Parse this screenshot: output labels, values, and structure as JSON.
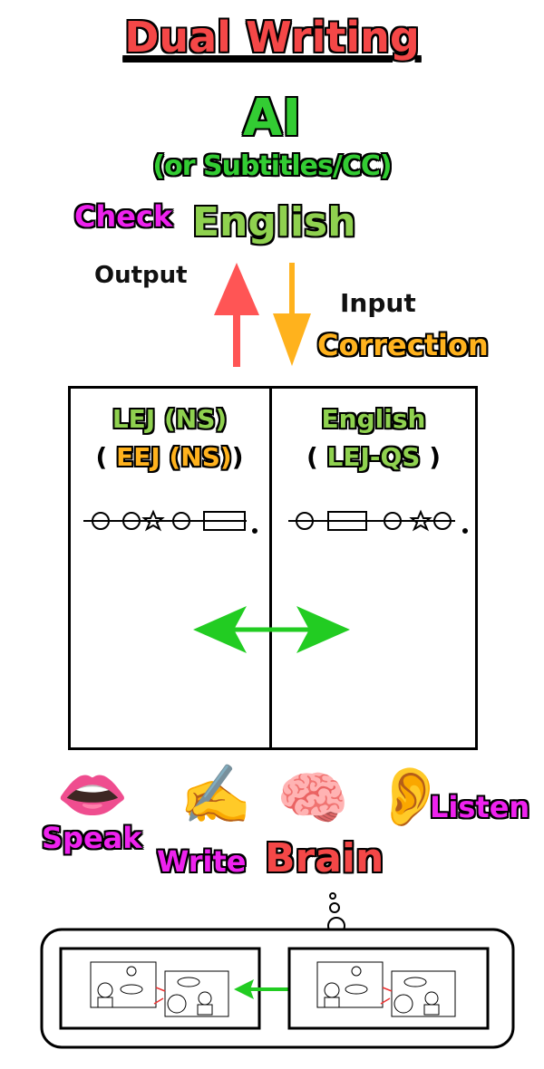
{
  "header": {
    "title": "Dual Writing",
    "ai": "AI",
    "subtitle": "(or Subtitles/CC)",
    "check": "Check",
    "english": "English"
  },
  "flow": {
    "output_label": "Output",
    "input_label": "Input",
    "correction_label": "Correction"
  },
  "columns": {
    "left_title": "LEJ (NS)",
    "left_sub_open": "(",
    "left_sub": "EEJ (NS)",
    "left_sub_close": ")",
    "right_title": "English",
    "right_sub_open": "(",
    "right_sub": "LEJ-QS",
    "right_sub_close": ")"
  },
  "actions": {
    "speak": "Speak",
    "write": "Write",
    "brain": "Brain",
    "listen": "Listen"
  },
  "icons": {
    "mouth": "👄",
    "writing_hand": "✍️",
    "brain": "🧠",
    "ear": "👂"
  },
  "colors": {
    "title_red": "#f44747",
    "ai_green": "#33cc33",
    "light_green": "#8fd14f",
    "magenta": "#ee22ee",
    "orange": "#ffb21d",
    "arrow_red": "#ff5555",
    "arrow_green": "#22cc22"
  }
}
